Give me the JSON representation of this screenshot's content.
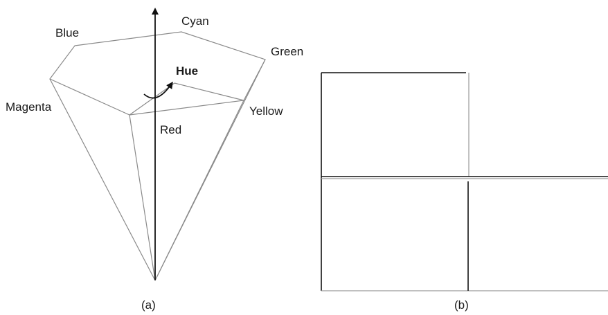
{
  "panel_a": {
    "caption": "(a)",
    "hue_label": "Hue",
    "vertices": {
      "blue": "Blue",
      "cyan": "Cyan",
      "green": "Green",
      "magenta": "Magenta",
      "yellow": "Yellow",
      "red": "Red"
    }
  },
  "panel_b": {
    "caption": "(b)"
  }
}
